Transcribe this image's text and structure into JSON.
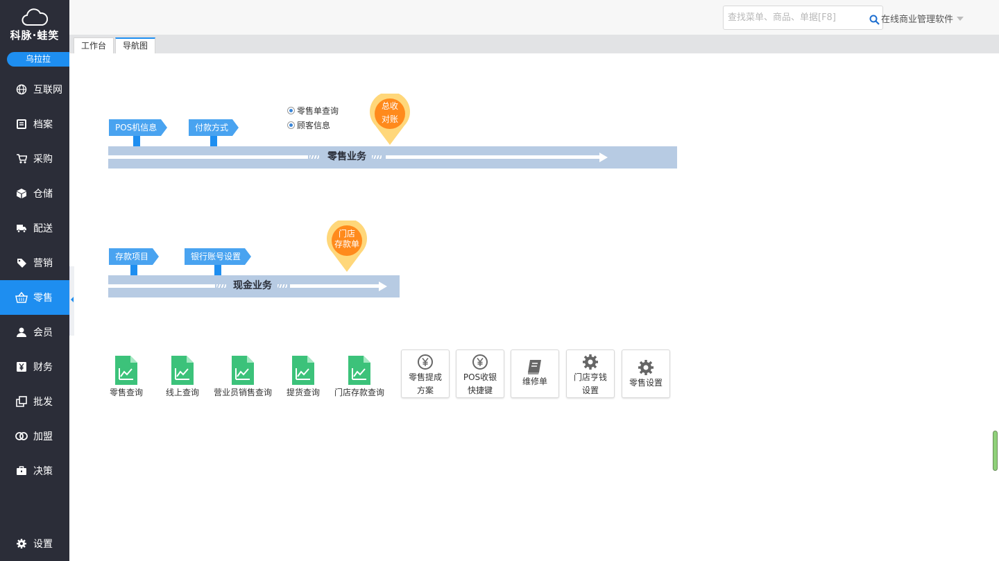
{
  "brand": {
    "logo_text": "科脉·蛙笑",
    "company": "乌拉拉"
  },
  "sidebar": {
    "items": [
      {
        "label": "互联网",
        "icon": "globe-icon"
      },
      {
        "label": "档案",
        "icon": "archive-icon"
      },
      {
        "label": "采购",
        "icon": "cart-icon"
      },
      {
        "label": "仓储",
        "icon": "box-icon"
      },
      {
        "label": "配送",
        "icon": "truck-icon"
      },
      {
        "label": "营销",
        "icon": "tag-icon"
      },
      {
        "label": "零售",
        "icon": "basket-icon",
        "active": true
      },
      {
        "label": "会员",
        "icon": "user-icon"
      },
      {
        "label": "财务",
        "icon": "yen-icon"
      },
      {
        "label": "批发",
        "icon": "copy-icon"
      },
      {
        "label": "加盟",
        "icon": "rings-icon"
      },
      {
        "label": "决策",
        "icon": "briefcase-icon"
      }
    ],
    "settings_label": "设置"
  },
  "header": {
    "search_placeholder": "查找菜单、商品、单据[F8]",
    "app_menu_label": "在线商业管理软件"
  },
  "tabs": [
    {
      "label": "工作台",
      "active": false
    },
    {
      "label": "导航图",
      "active": true
    }
  ],
  "retail_flow": {
    "title": "零售业务",
    "tags": [
      "POS机信息",
      "付款方式"
    ],
    "options": [
      "零售单查询",
      "顾客信息"
    ],
    "pin_label_1": "总收",
    "pin_label_2": "对账"
  },
  "cash_flow": {
    "title": "现金业务",
    "tags": [
      "存款项目",
      "银行账号设置"
    ],
    "pin_label_1": "门店",
    "pin_label_2": "存款单"
  },
  "reports": [
    "零售查询",
    "线上查询",
    "营业员销售查询",
    "提货查询",
    "门店存款查询"
  ],
  "tiles": [
    {
      "line1": "零售提成",
      "line2": "方案",
      "icon": "yen-coin-icon"
    },
    {
      "line1": "POS收银",
      "line2": "快捷键",
      "icon": "yen-coin-icon"
    },
    {
      "line1": "维修单",
      "line2": "",
      "icon": "book-icon"
    },
    {
      "line1": "门店亨钱",
      "line2": "设置",
      "icon": "gear-icon"
    },
    {
      "line1": "零售设置",
      "line2": "",
      "icon": "gear-icon"
    }
  ],
  "colors": {
    "accent": "#1e8ef0",
    "sidebar": "#2b2d38",
    "band": "#b7cbe3",
    "pin": "#ff8a1c",
    "doc": "#3cc27a"
  }
}
